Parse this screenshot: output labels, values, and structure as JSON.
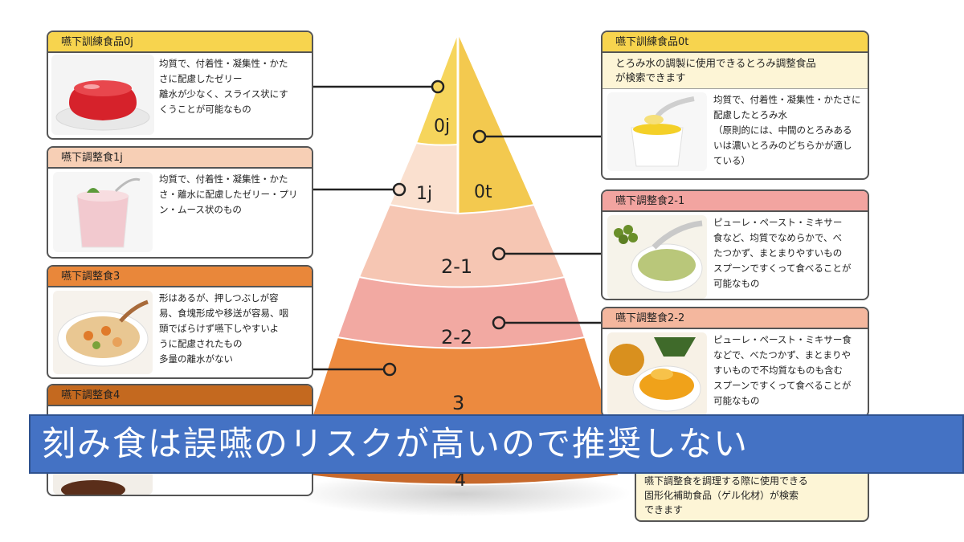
{
  "pyramid": {
    "levels": [
      {
        "id": "0j",
        "label": "0j",
        "color": "#f6d55c"
      },
      {
        "id": "0t",
        "label": "0t",
        "color": "#f3c94f"
      },
      {
        "id": "1j",
        "label": "1j",
        "color": "#fae0cf"
      },
      {
        "id": "2-1",
        "label": "2-1",
        "color": "#f6c6b3"
      },
      {
        "id": "2-2",
        "label": "2-2",
        "color": "#f2a9a2"
      },
      {
        "id": "3",
        "label": "3",
        "color": "#ec8a3f"
      },
      {
        "id": "4",
        "label": "4",
        "color": "#c7692c"
      }
    ]
  },
  "cards": {
    "oj": {
      "title": "嚥下訓練食品0j",
      "text": "均質で、付着性・凝集性・かた\nさに配慮したゼリー\n離水が少なく、スライス状にす\nくうことが可能なもの",
      "image": "red-jelly-image"
    },
    "c1j": {
      "title": "嚥下調整食1j",
      "text": "均質で、付着性・凝集性・かた\nさ・離水に配慮したゼリー・プリ\nン・ムース状のもの",
      "image": "pudding-image"
    },
    "c3": {
      "title": "嚥下調整食3",
      "text": "形はあるが、押しつぶしが容\n易、食塊形成や移送が容易、咽\n頭でばらけず嚥下しやすいよ\nうに配慮されたもの\n多量の離水がない",
      "image": "soft-stew-image"
    },
    "c4": {
      "title": "嚥下調整食4",
      "image": "bowl-image"
    },
    "ot": {
      "title": "嚥下訓練食品0t",
      "subtitle": "とろみ水の調製に使用できるとろみ調整食品\nが検索できます",
      "text": "均質で、付着性・凝集性・かたさに\n配慮したとろみ水\n（原則的には、中間のとろみある\nいは濃いとろみのどちらかが適し\nている）",
      "image": "thick-water-image"
    },
    "c21": {
      "title": "嚥下調整食2-1",
      "text": "ピューレ・ペースト・ミキサー\n食など、均質でなめらかで、べ\nたつかず、まとまりやすいもの\nスプーンですくって食べることが\n可能なもの",
      "image": "green-puree-image"
    },
    "c22": {
      "title": "嚥下調整食2-2",
      "text": "ピューレ・ペースト・ミキサー食\nなどで、べたつかず、まとまりや\nすいもので不均質なものも含む\nスプーンですくって食べることが\n可能なもの",
      "image": "pumpkin-puree-image"
    },
    "gel": {
      "text": "嚥下調整食を調理する際に使用できる\n固形化補助食品（ゲル化材）が検索\nできます"
    }
  },
  "banner": {
    "text": "刻み食は誤嚥のリスクが高いので推奨しない",
    "color": "#4472c4"
  }
}
